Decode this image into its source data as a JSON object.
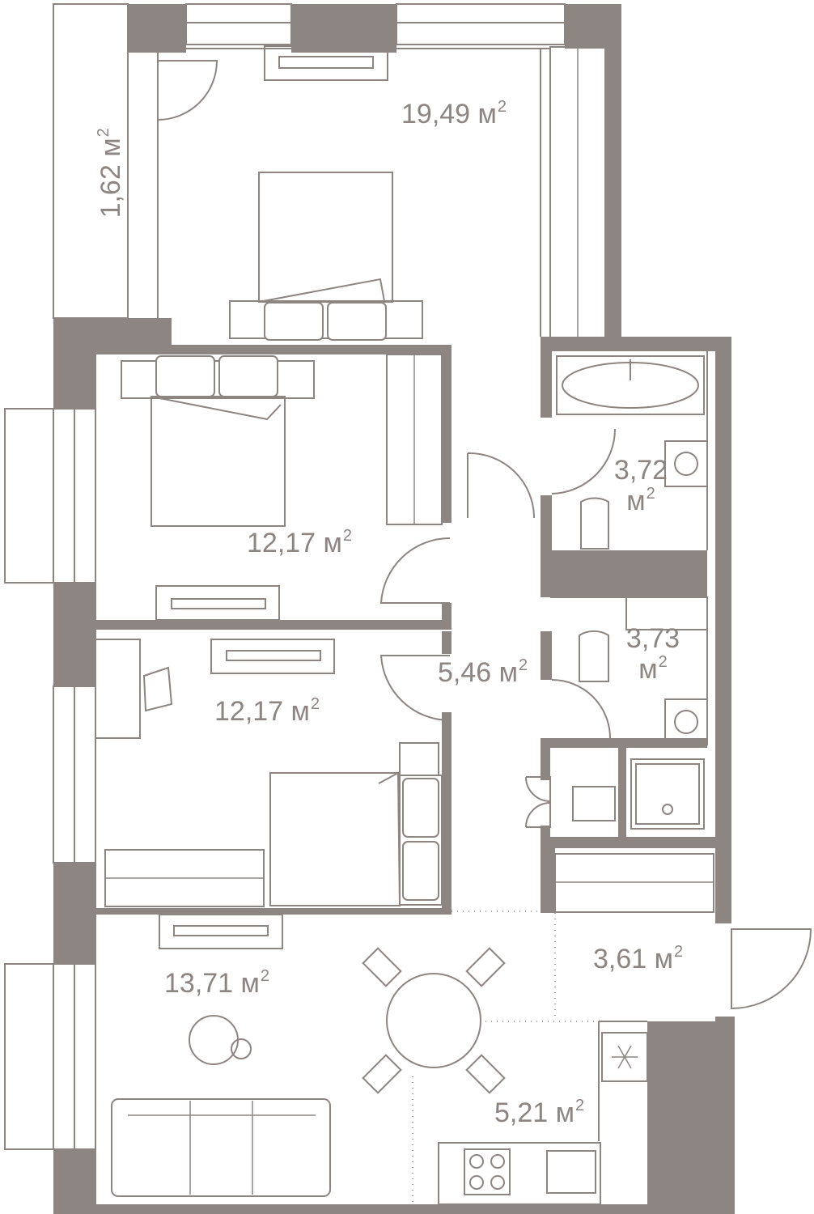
{
  "plan": {
    "unit": "м",
    "unit_sup": "2",
    "areas": {
      "bedroom_top": "19,49",
      "loggia": "1,62",
      "bedroom_middle": "12,17",
      "bedroom_lower": "12,17",
      "bathroom_1": "3,72",
      "bathroom_2": "3,73",
      "hallway": "5,46",
      "entry": "3,61",
      "living": "13,71",
      "kitchen": "5,21"
    }
  }
}
